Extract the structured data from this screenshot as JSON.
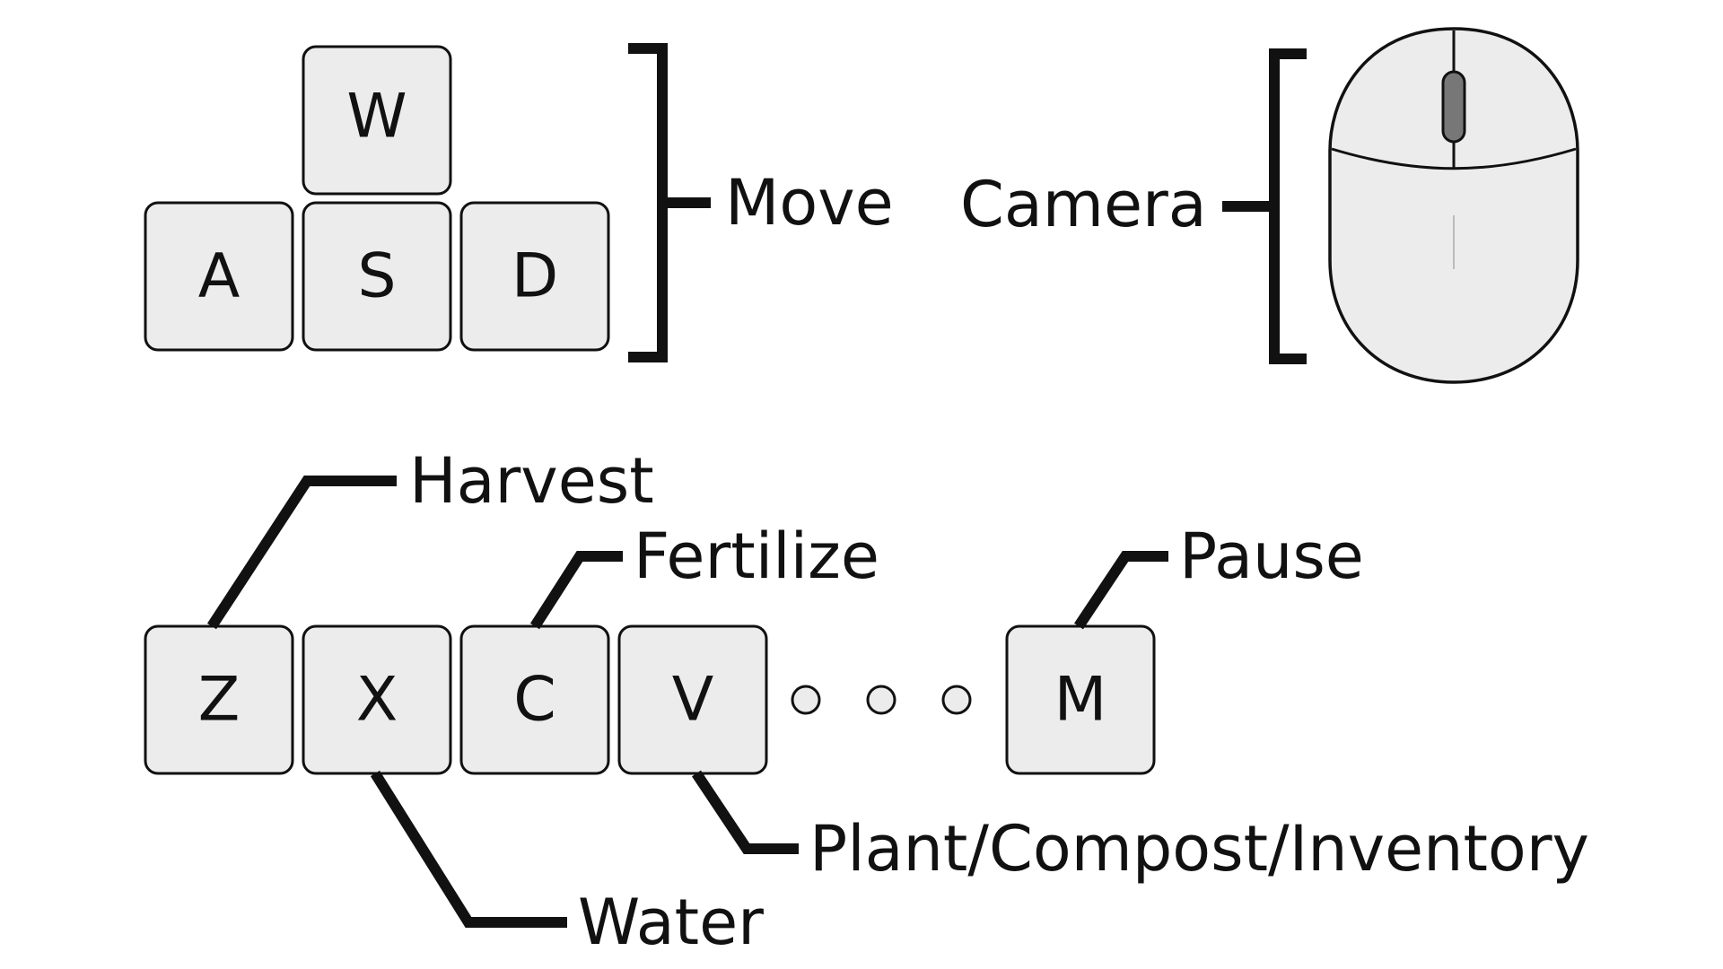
{
  "keys": {
    "w": "W",
    "a": "A",
    "s": "S",
    "d": "D",
    "z": "Z",
    "x": "X",
    "c": "C",
    "v": "V",
    "m": "M"
  },
  "labels": {
    "move": "Move",
    "camera": "Camera",
    "harvest": "Harvest",
    "fertilize": "Fertilize",
    "pause": "Pause",
    "plant": "Plant/Compost/Inventory",
    "water": "Water"
  },
  "icons": {
    "mouse": "mouse-icon",
    "ellipsis": "ellipsis-dots"
  },
  "colors": {
    "key_fill": "#ececec",
    "stroke": "#111111",
    "wheel": "#777777"
  }
}
